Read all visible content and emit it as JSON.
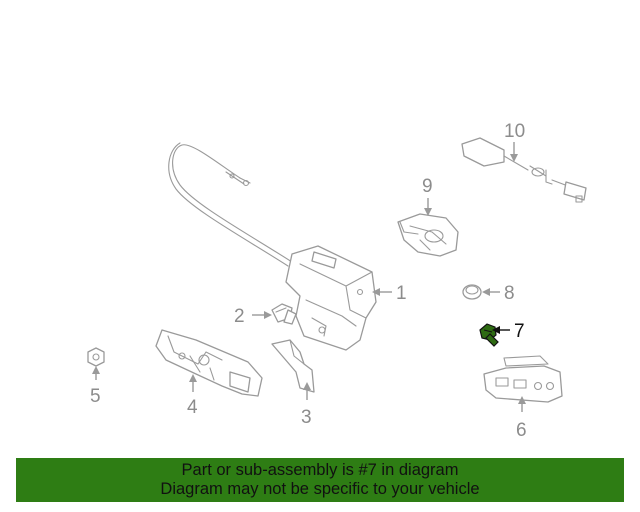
{
  "diagram": {
    "highlight_color": "#2e6b12",
    "callouts": [
      {
        "number": "1",
        "highlighted": false
      },
      {
        "number": "2",
        "highlighted": false
      },
      {
        "number": "3",
        "highlighted": false
      },
      {
        "number": "4",
        "highlighted": false
      },
      {
        "number": "5",
        "highlighted": false
      },
      {
        "number": "6",
        "highlighted": false
      },
      {
        "number": "7",
        "highlighted": true
      },
      {
        "number": "8",
        "highlighted": false
      },
      {
        "number": "9",
        "highlighted": false
      },
      {
        "number": "10",
        "highlighted": false
      }
    ]
  },
  "banner": {
    "background": "#2e7d14",
    "line1": "Part or sub-assembly is #7 in diagram",
    "line2": "Diagram may not be specific to your vehicle"
  }
}
